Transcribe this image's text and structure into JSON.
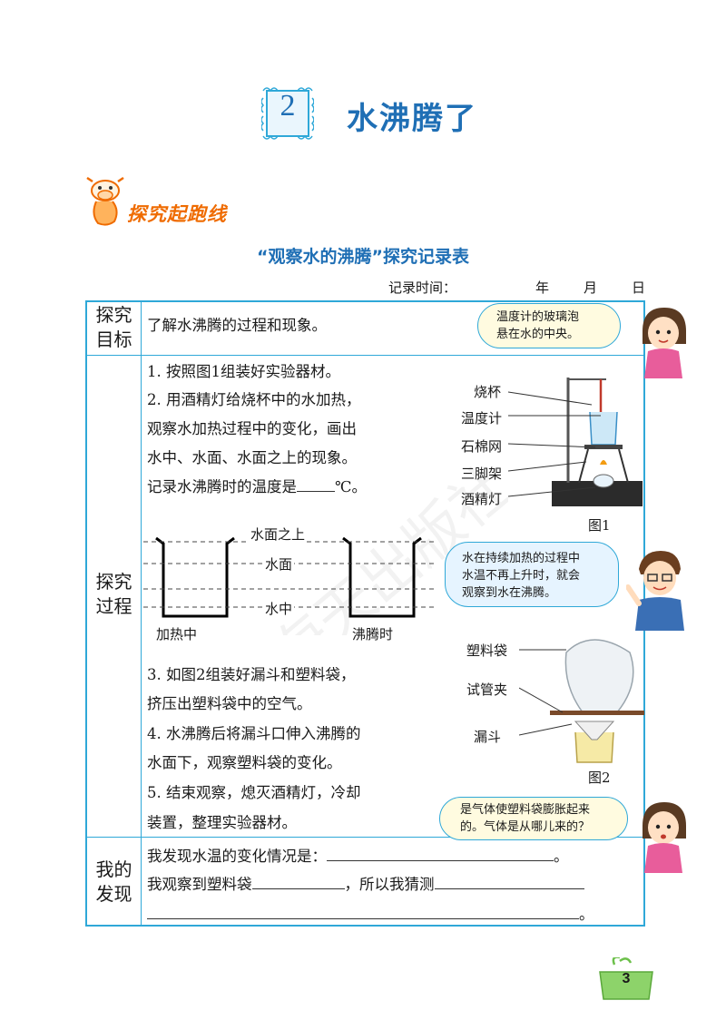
{
  "chapter": {
    "number": "2",
    "title": "水沸腾了"
  },
  "section_label": "探究起跑线",
  "table_title": "“观察水的沸腾”探究记录表",
  "record_time": {
    "label": "记录时间：",
    "year": "年",
    "month": "月",
    "day": "日"
  },
  "rows": {
    "goal": {
      "header_line1": "探究",
      "header_line2": "目标",
      "text": "了解水沸腾的过程和现象。"
    },
    "process": {
      "header_line1": "探究",
      "header_line2": "过程",
      "steps": [
        "1.  按照图1组装好实验器材。",
        "2.  用酒精灯给烧杯中的水加热，",
        "观察水加热过程中的变化，画出",
        "水中、水面、水面之上的现象。",
        "记录水沸腾时的温度是"
      ],
      "temp_unit": "℃。",
      "beaker_labels": {
        "above": "水面之上",
        "surface": "水面",
        "inside": "水中"
      },
      "beaker_captions": {
        "heating": "加热中",
        "boiling": "沸腾时"
      },
      "steps_after": [
        "3.  如图2组装好漏斗和塑料袋，",
        "挤压出塑料袋中的空气。",
        "4.  水沸腾后将漏斗口伸入沸腾的",
        "水面下，观察塑料袋的变化。",
        "5.  结束观察，熄灭酒精灯，冷却",
        "装置，整理实验器材。"
      ],
      "figure1": {
        "labels": [
          "烧杯",
          "温度计",
          "石棉网",
          "三脚架",
          "酒精灯"
        ],
        "caption": "图1"
      },
      "figure2": {
        "labels": [
          "塑料袋",
          "试管夹",
          "漏斗"
        ],
        "caption": "图2"
      }
    },
    "finding": {
      "header_line1": "我的",
      "header_line2": "发现",
      "line1": "我发现水温的变化情况是：",
      "line2a": "我观察到塑料袋",
      "line2b": "，所以我猜测",
      "period": "。"
    }
  },
  "bubbles": {
    "thermometer": [
      "温度计的玻璃泡",
      "悬在水的中央。"
    ],
    "boiling": [
      "水在持续加热的过程中",
      "水温不再上升时，就会",
      "观察到水在沸腾。"
    ],
    "gas": [
      "是气体使塑料袋膨胀起来",
      "的。气体是从哪儿来的？"
    ]
  },
  "watermark": "海天出版社",
  "page_number": "3",
  "colors": {
    "accent": "#1f6fb5",
    "border": "#2fa8d8",
    "orange": "#ef6b00",
    "green": "#6cc04a"
  }
}
